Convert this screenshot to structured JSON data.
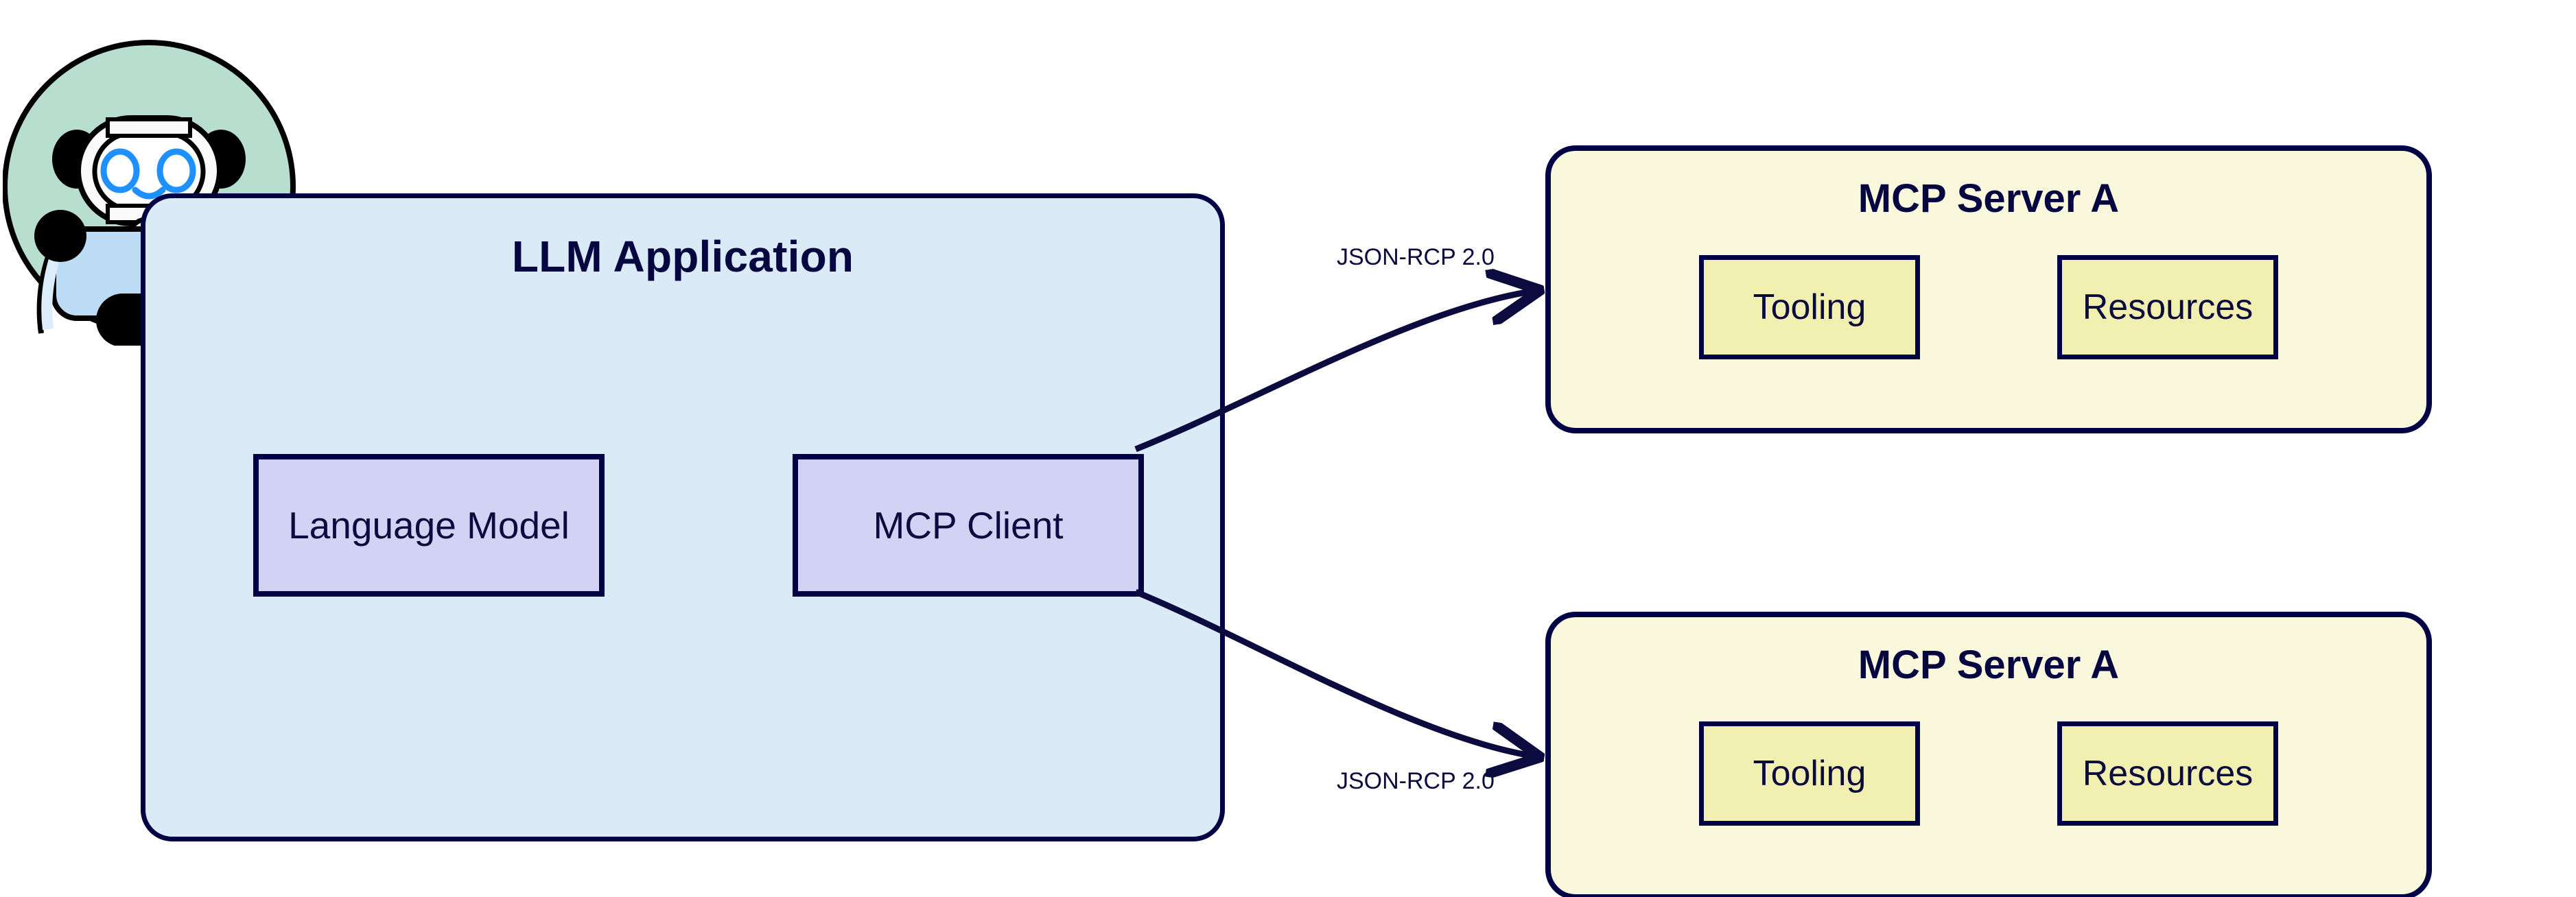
{
  "diagram": {
    "title": "MCP architecture diagram",
    "colors": {
      "navy": "#000044",
      "app_fill": "#daeaf7",
      "client_fill": "#d2d2f5",
      "server_fill": "#f9f8dd",
      "server_child_fill": "#f2f0b0",
      "avatar_bg": "#b8ded0",
      "avatar_accent": "#1e90ff",
      "avatar_body": "#bcdcf5"
    }
  },
  "avatar": {
    "icon": "robot-icon",
    "label": "robot-assistant-avatar"
  },
  "llm_application": {
    "title": "LLM Application",
    "nodes": [
      {
        "id": "language-model",
        "label": "Language Model"
      },
      {
        "id": "mcp-client",
        "label": "MCP Client"
      }
    ]
  },
  "servers": [
    {
      "id": "mcp-server-a-top",
      "title": "MCP Server A",
      "children": [
        {
          "id": "tooling",
          "label": "Tooling"
        },
        {
          "id": "resources",
          "label": "Resources"
        }
      ]
    },
    {
      "id": "mcp-server-a-bottom",
      "title": "MCP Server A",
      "children": [
        {
          "id": "tooling",
          "label": "Tooling"
        },
        {
          "id": "resources",
          "label": "Resources"
        }
      ]
    }
  ],
  "edges": [
    {
      "id": "edge-client-to-server-top",
      "label": "JSON-RCP 2.0",
      "from": "mcp-client",
      "to": "mcp-server-a-top",
      "direction": "forward"
    },
    {
      "id": "edge-client-to-server-bottom",
      "label": "JSON-RCP 2.0",
      "from": "mcp-client",
      "to": "mcp-server-a-bottom",
      "direction": "forward"
    }
  ]
}
